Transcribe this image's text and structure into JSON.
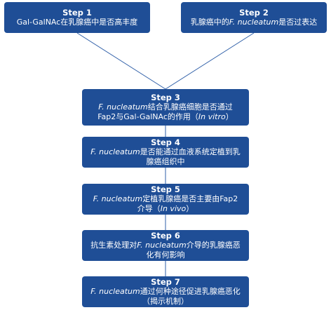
{
  "colors": {
    "box_fill": "#1f4e96",
    "box_text": "#ffffff",
    "connector": "#2f5fa8"
  },
  "steps": [
    {
      "title": "Step 1",
      "lines": [
        [
          {
            "t": "Gal-GalNAc在乳腺癌中是否高丰度",
            "i": false
          }
        ]
      ]
    },
    {
      "title": "Step 2",
      "lines": [
        [
          {
            "t": "乳腺癌中的",
            "i": false
          },
          {
            "t": "F. nucleatum",
            "i": true
          },
          {
            "t": "是否过表达",
            "i": false
          }
        ]
      ]
    },
    {
      "title": "Step 3",
      "lines": [
        [
          {
            "t": "F. nucleatum",
            "i": true
          },
          {
            "t": "结合乳腺癌细胞是否通过",
            "i": false
          }
        ],
        [
          {
            "t": "Fap2与Gal-GalNAc的作用（",
            "i": false
          },
          {
            "t": "In vitro",
            "i": true
          },
          {
            "t": "）",
            "i": false
          }
        ]
      ]
    },
    {
      "title": "Step 4",
      "lines": [
        [
          {
            "t": "F. nucleatum",
            "i": true
          },
          {
            "t": "是否能通过血液系统定植到乳",
            "i": false
          }
        ],
        [
          {
            "t": "腺癌组织中",
            "i": false
          }
        ]
      ]
    },
    {
      "title": "Step 5",
      "lines": [
        [
          {
            "t": "F. nucleatum",
            "i": true
          },
          {
            "t": "定植乳腺癌是否主要由Fap2",
            "i": false
          }
        ],
        [
          {
            "t": "介导（",
            "i": false
          },
          {
            "t": "In vivo",
            "i": true
          },
          {
            "t": "）",
            "i": false
          }
        ]
      ]
    },
    {
      "title": "Step 6",
      "lines": [
        [
          {
            "t": "抗生素处理对",
            "i": false
          },
          {
            "t": "F. nucleatum",
            "i": true
          },
          {
            "t": "介导的乳腺癌恶",
            "i": false
          }
        ],
        [
          {
            "t": "化有何影响",
            "i": false
          }
        ]
      ]
    },
    {
      "title": "Step 7",
      "lines": [
        [
          {
            "t": "F. nucleatum",
            "i": true
          },
          {
            "t": "通过何种途径促进乳腺癌恶化",
            "i": false
          }
        ],
        [
          {
            "t": "（揭示机制）",
            "i": false
          }
        ]
      ]
    }
  ]
}
